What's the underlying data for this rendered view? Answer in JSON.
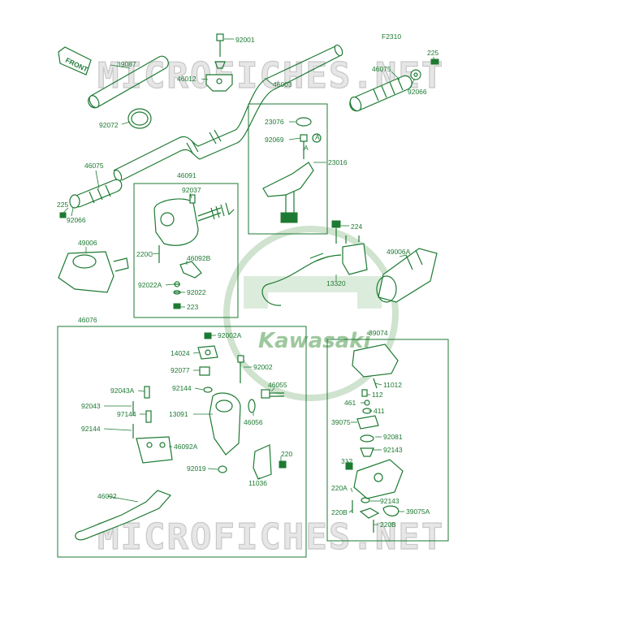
{
  "figure_code": "F2310",
  "front_badge": "FRONT",
  "watermarks": [
    "MICROFICHES.NET",
    "MICROFICHES.NET"
  ],
  "logo_text": "Kawasaki",
  "labels": {
    "p92001": "92001",
    "p39087": "39087",
    "p46012": "46012",
    "p46003": "46003",
    "p225a": "225",
    "p46075a": "46075",
    "p92066a": "92066",
    "p92072": "92072",
    "p23076": "23076",
    "pA1": "A",
    "p92069": "92069",
    "pA2": "A",
    "p23016": "23016",
    "p46075b": "46075",
    "p46091": "46091",
    "p92037": "92037",
    "p225b": "225",
    "p92066b": "92066",
    "p224": "224",
    "p49006": "49006",
    "p49006A": "49006A",
    "p220C": "220C",
    "p46092B": "46092B",
    "p13320": "13320",
    "p92022A": "92022A",
    "p92022": "92022",
    "p223": "223",
    "p46076": "46076",
    "p39074": "39074",
    "p92002A": "92002A",
    "p14024": "14024",
    "p92002": "92002",
    "p92077": "92077",
    "p11012": "11012",
    "p112": "112",
    "p92144a": "92144",
    "p46055": "46055",
    "p92043A": "92043A",
    "p461": "461",
    "p411": "411",
    "p92043": "92043",
    "p97144": "97144",
    "p13091": "13091",
    "p46056": "46056",
    "p39075": "39075",
    "p92081": "92081",
    "p92144b": "92144",
    "p92143a": "92143",
    "p46092A": "46092A",
    "p220a": "220",
    "p312": "312",
    "p92019": "92019",
    "p11036": "11036",
    "p220A": "220A",
    "p46092": "46092",
    "p92143b": "92143",
    "p39075A": "39075A",
    "p220B1": "220B",
    "p220B2": "220B"
  }
}
